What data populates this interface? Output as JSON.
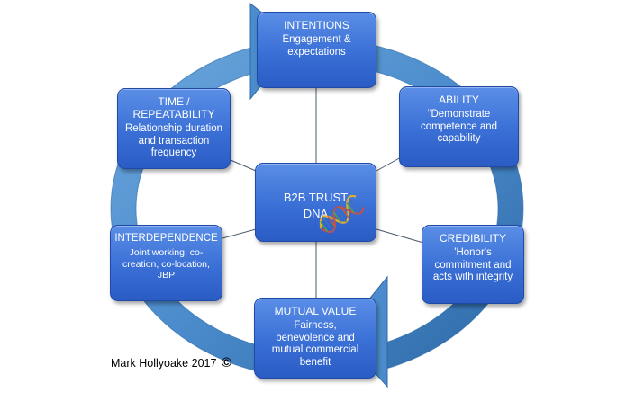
{
  "nodes": {
    "intentions": {
      "title": "INTENTIONS",
      "desc": "Engagement &\nexpectations"
    },
    "ability": {
      "title": "ABILITY",
      "desc": "“Demonstrate\ncompetence and\ncapability"
    },
    "time": {
      "title": "TIME /\nREPEATABILITY",
      "desc": "Relationship duration\nand transaction\nfrequency"
    },
    "center": {
      "title": "B2B TRUST",
      "sub": "DNA"
    },
    "interdependence": {
      "title": "INTERDEPENDENCE",
      "desc": "Joint working, co-\ncreation, co-location,\nJBP"
    },
    "credibility": {
      "title": "CREDIBILITY",
      "desc": "'Honor's\ncommitment and\nacts with integrity"
    },
    "mutual_value": {
      "title": "MUTUAL VALUE",
      "desc": "Fairness,\nbenevolence and\nmutual commercial\nbenefit"
    }
  },
  "credit": {
    "text": "Mark Hollyoake 2017",
    "symbol": "©"
  },
  "icons": {
    "center": "dna-helix-icon"
  },
  "colors": {
    "box": "#3a6fd6",
    "box_border": "#1f4aa8",
    "ring": "#4f8fd0",
    "ring_dark": "#2f6aa8",
    "connector": "#4a5a6a"
  }
}
